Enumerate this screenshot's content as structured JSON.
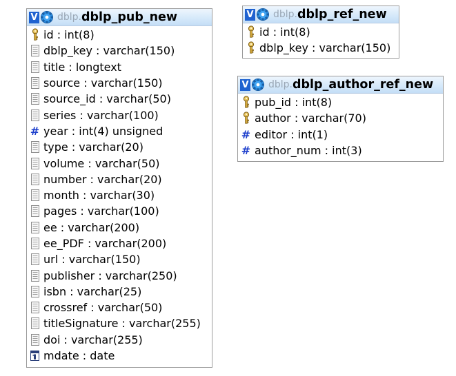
{
  "tables": [
    {
      "id": "pub",
      "db": "dblp.",
      "name": "dblp_pub_new",
      "view_badge": "V",
      "columns": [
        {
          "text": "id : int(8)",
          "icon": "key-icon"
        },
        {
          "text": "dblp_key : varchar(150)",
          "icon": "column-icon"
        },
        {
          "text": "title : longtext",
          "icon": "column-icon"
        },
        {
          "text": "source : varchar(150)",
          "icon": "column-icon"
        },
        {
          "text": "source_id : varchar(50)",
          "icon": "column-icon"
        },
        {
          "text": "series : varchar(100)",
          "icon": "column-icon"
        },
        {
          "text": "year : int(4) unsigned",
          "icon": "numeric-icon"
        },
        {
          "text": "type : varchar(20)",
          "icon": "column-icon"
        },
        {
          "text": "volume : varchar(50)",
          "icon": "column-icon"
        },
        {
          "text": "number : varchar(20)",
          "icon": "column-icon"
        },
        {
          "text": "month : varchar(30)",
          "icon": "column-icon"
        },
        {
          "text": "pages : varchar(100)",
          "icon": "column-icon"
        },
        {
          "text": "ee : varchar(200)",
          "icon": "column-icon"
        },
        {
          "text": "ee_PDF : varchar(200)",
          "icon": "column-icon"
        },
        {
          "text": "url : varchar(150)",
          "icon": "column-icon"
        },
        {
          "text": "publisher : varchar(250)",
          "icon": "column-icon"
        },
        {
          "text": "isbn : varchar(25)",
          "icon": "column-icon"
        },
        {
          "text": "crossref : varchar(50)",
          "icon": "column-icon"
        },
        {
          "text": "titleSignature : varchar(255)",
          "icon": "column-icon"
        },
        {
          "text": "doi : varchar(255)",
          "icon": "column-icon"
        },
        {
          "text": "mdate : date",
          "icon": "date-icon"
        }
      ]
    },
    {
      "id": "ref",
      "db": "dblp.",
      "name": "dblp_ref_new",
      "view_badge": "V",
      "columns": [
        {
          "text": "id : int(8)",
          "icon": "key-icon"
        },
        {
          "text": "dblp_key : varchar(150)",
          "icon": "key-icon"
        }
      ]
    },
    {
      "id": "author",
      "db": "dblp.",
      "name": "dblp_author_ref_new",
      "view_badge": "V",
      "columns": [
        {
          "text": "pub_id : int(8)",
          "icon": "key-icon"
        },
        {
          "text": "author : varchar(70)",
          "icon": "key-icon"
        },
        {
          "text": "editor : int(1)",
          "icon": "numeric-icon"
        },
        {
          "text": "author_num : int(3)",
          "icon": "numeric-icon"
        }
      ]
    }
  ]
}
